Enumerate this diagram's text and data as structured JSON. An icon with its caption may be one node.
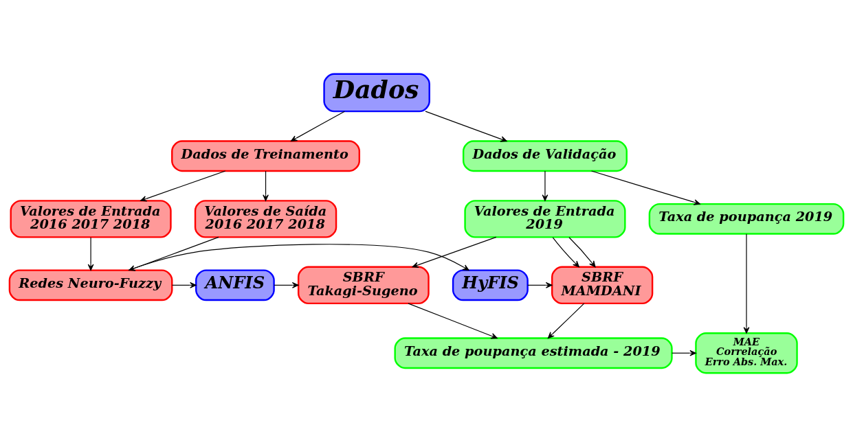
{
  "diagram": {
    "nodes": [
      {
        "text": [
          "Dados"
        ]
      },
      {
        "text": [
          "Dados de Treinamento"
        ]
      },
      {
        "text": [
          "Dados de Validação"
        ]
      },
      {
        "text": [
          "Valores de Entrada",
          "2016 2017 2018"
        ]
      },
      {
        "text": [
          "Valores de Saída",
          "2016 2017 2018"
        ]
      },
      {
        "text": [
          "Valores de Entrada",
          "2019"
        ]
      },
      {
        "text": [
          "Taxa de poupança 2019"
        ]
      },
      {
        "text": [
          "Redes Neuro-Fuzzy"
        ]
      },
      {
        "text": [
          "HyFIS"
        ]
      },
      {
        "text": [
          "ANFIS"
        ]
      },
      {
        "text": [
          "SBRF",
          "MAMDANI"
        ]
      },
      {
        "text": [
          "SBRF",
          "Takagi-Sugeno"
        ]
      },
      {
        "text": [
          "Taxa de poupança estimada - 2019"
        ]
      },
      {
        "text": [
          "MAE",
          "Correlação",
          "Erro Abs. Max."
        ]
      }
    ],
    "edges": [
      {
        "from": 0,
        "to": 1,
        "arrow": "to"
      },
      {
        "from": 0,
        "to": 2,
        "arrow": "to"
      },
      {
        "from": 1,
        "to": 3,
        "arrow": "to"
      },
      {
        "from": 1,
        "to": 4,
        "arrow": "to"
      },
      {
        "from": 2,
        "to": 5,
        "arrow": "to"
      },
      {
        "from": 2,
        "to": 6,
        "arrow": "to"
      },
      {
        "from": 3,
        "to": 7,
        "arrow": "to"
      },
      {
        "from": 4,
        "to": 7,
        "arrow": "to"
      },
      {
        "from": 7,
        "to": 8,
        "arrow": "to"
      },
      {
        "from": 7,
        "to": 9,
        "arrow": "to"
      },
      {
        "from": 5,
        "to": 10,
        "arrow": "to"
      },
      {
        "from": 8,
        "to": 10,
        "arrow": "to"
      },
      {
        "from": 5,
        "to": 10,
        "arrow": "to"
      },
      {
        "from": 9,
        "to": 11,
        "arrow": "to"
      },
      {
        "from": 5,
        "to": 11,
        "arrow": "to"
      },
      {
        "from": 10,
        "to": 12,
        "arrow": "to"
      },
      {
        "from": 11,
        "to": 12,
        "arrow": "to"
      },
      {
        "from": 6,
        "to": 13,
        "arrow": "to"
      },
      {
        "from": 12,
        "to": 13,
        "arrow": "to"
      }
    ]
  }
}
